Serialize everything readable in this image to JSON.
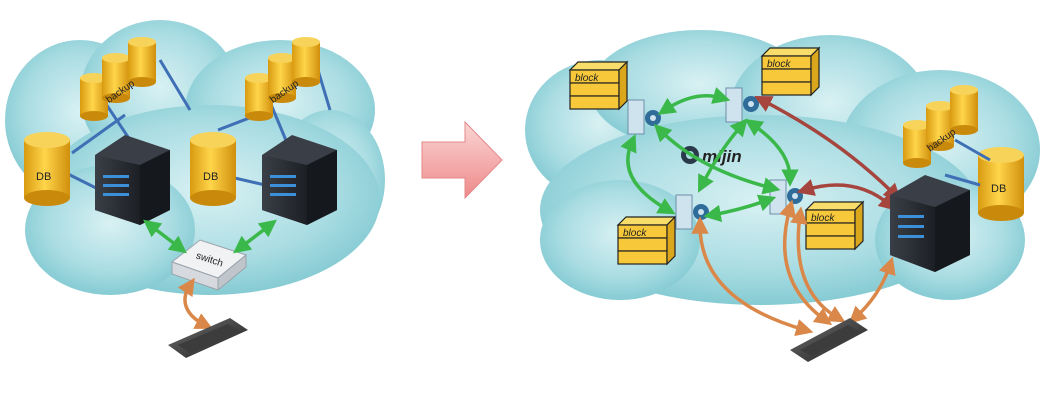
{
  "left": {
    "db_label": "DB",
    "backup_label": "backup",
    "switch_label": "switch"
  },
  "right": {
    "block_label": "block",
    "backup_label": "backup",
    "db_label": "DB",
    "brand_label": "mijin"
  },
  "colors": {
    "cloud": "#a9dde3",
    "cloud_edge": "#7fc8d0",
    "disk": "#f2b01e",
    "disk_top": "#f7d35a",
    "server": "#2b2f36",
    "block": "#f6c83a",
    "green_arrow": "#3bb84a",
    "orange_arrow": "#d9884a",
    "red_arrow": "#a6443e",
    "link_blue": "#3f6fb5",
    "big_arrow": "#f29a9a"
  }
}
